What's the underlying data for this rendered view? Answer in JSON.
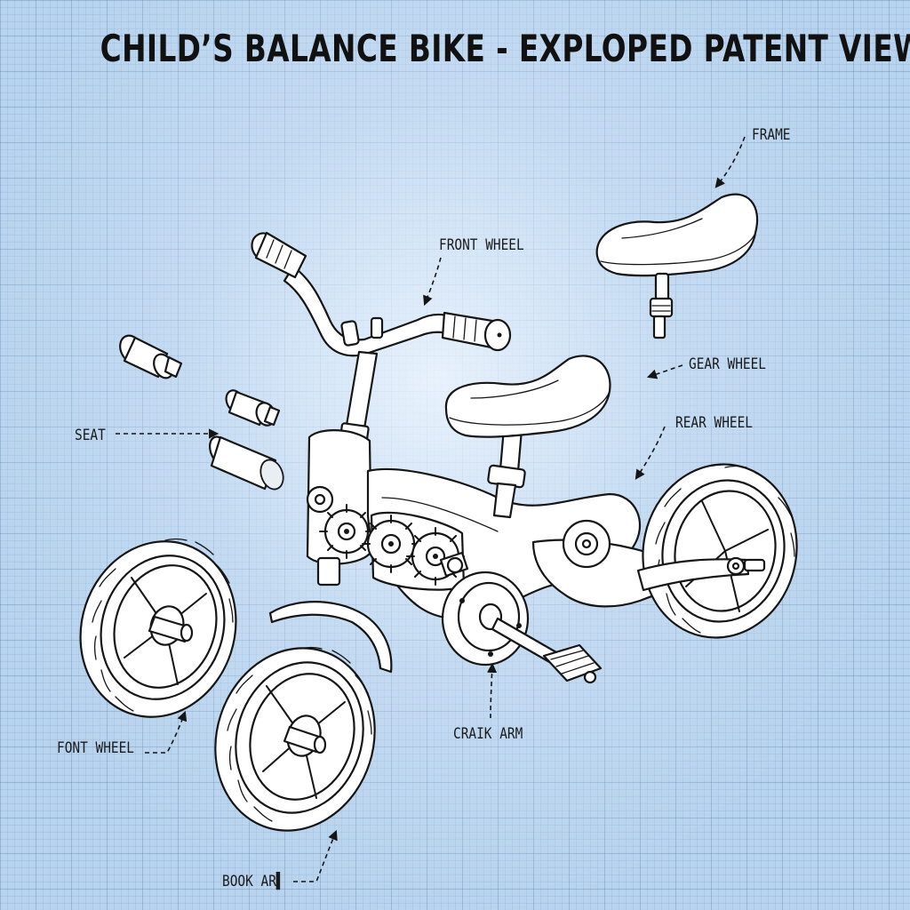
{
  "title": "CHILD’S BALANCE BIKE - EXPLOPED PATENT VIEW",
  "labels": {
    "frame": "FRAME",
    "front_wheel_top": "FRONT WHEEL",
    "gear_wheel": "GEAR WHEEL",
    "rear_wheel": "REAR WHEEL",
    "seat": "SEAT",
    "font_wheel": "FONT WHEEL",
    "craik_arm": "CRAIK ARM",
    "book_arm": "BOOK AR▌"
  }
}
